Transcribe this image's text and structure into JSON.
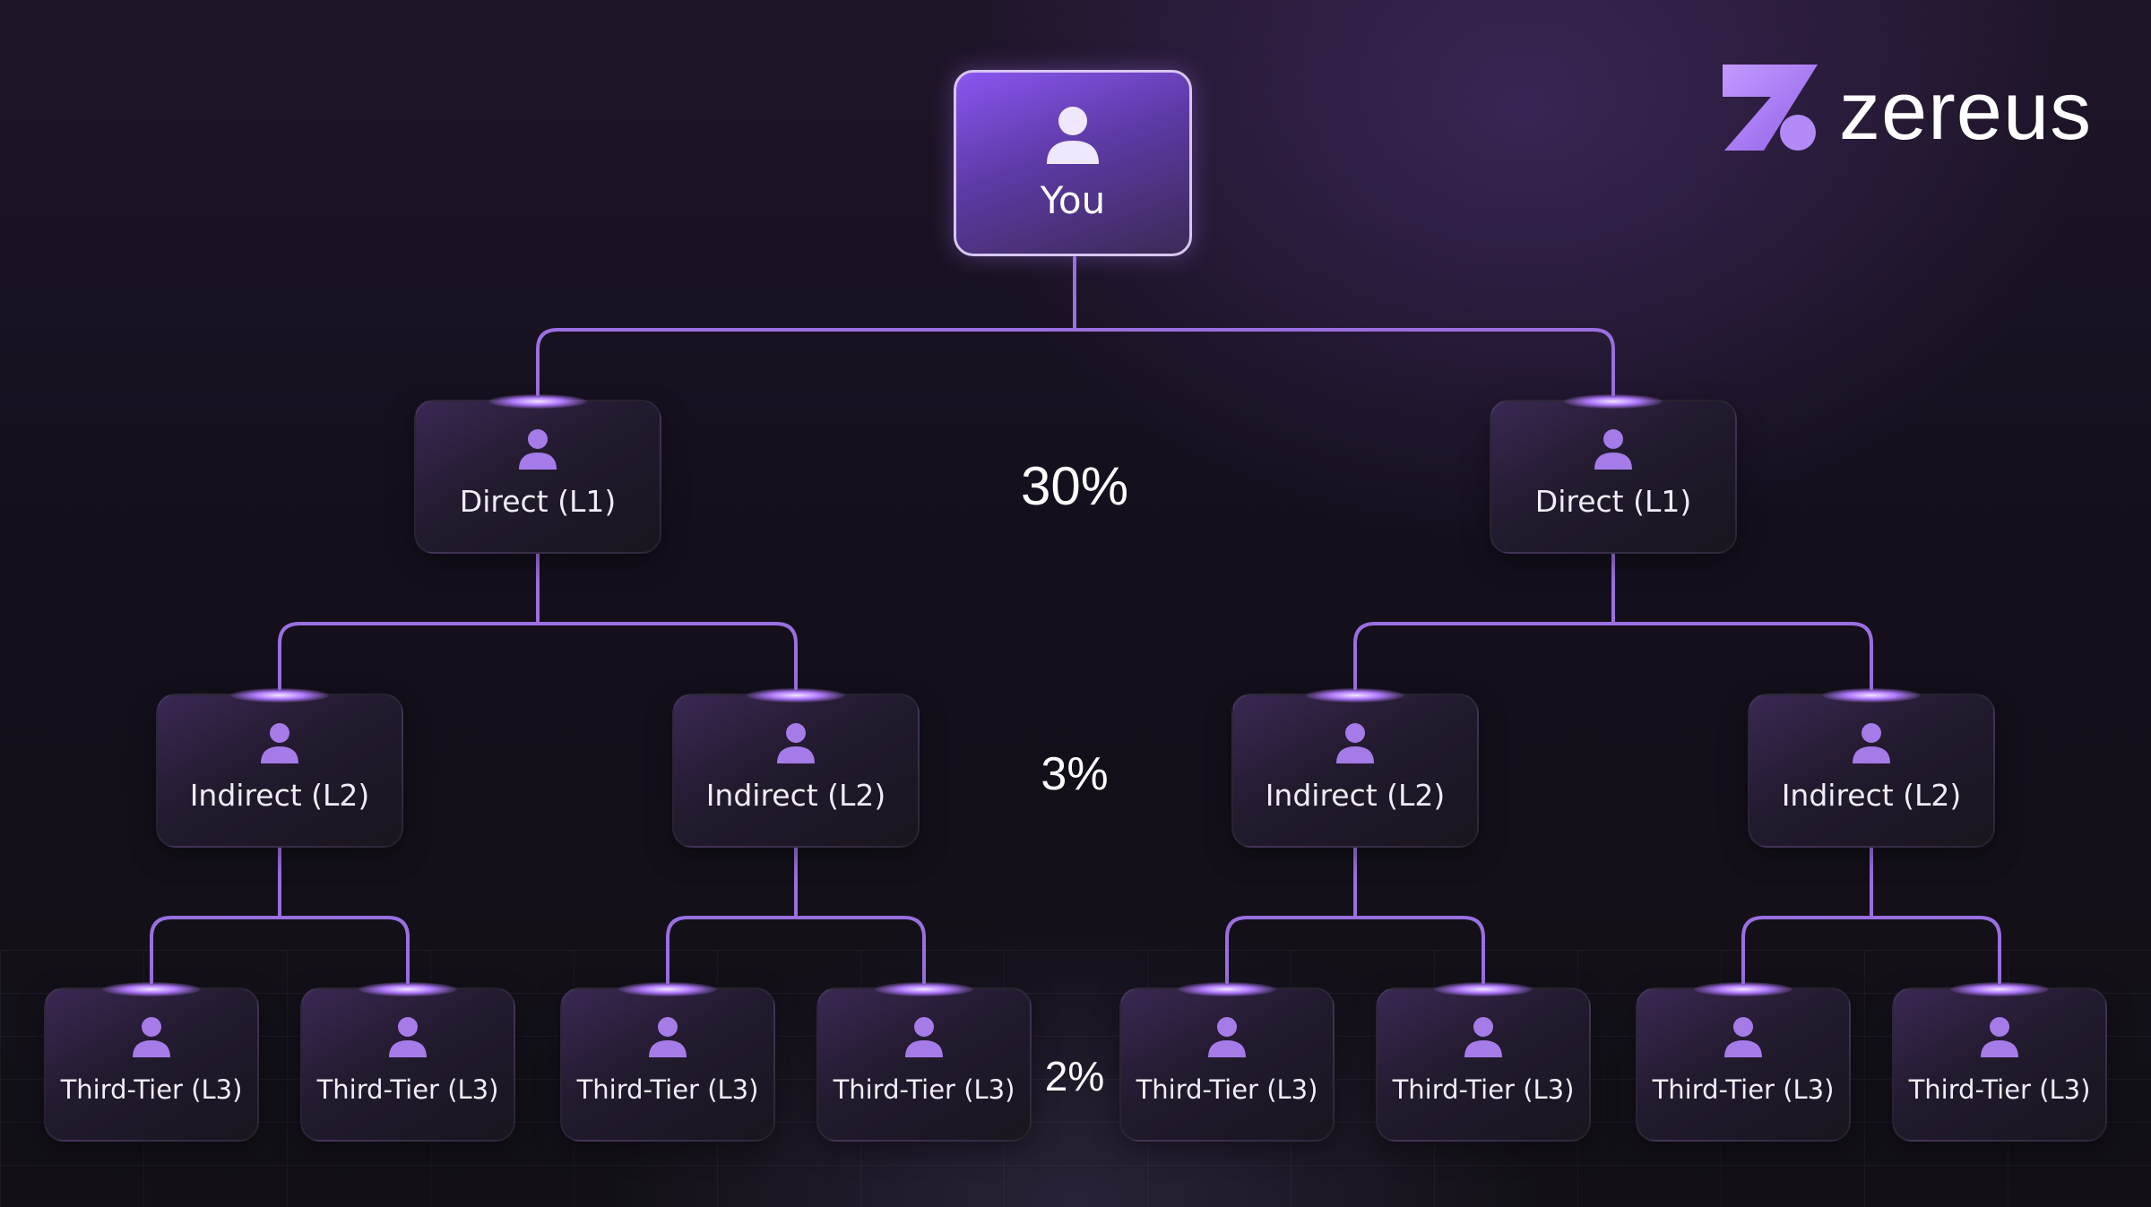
{
  "brand": {
    "name": "zereus",
    "accent": "#a67bf0"
  },
  "root": {
    "label": "You",
    "icon": "person-icon"
  },
  "percentages": {
    "level1": "30%",
    "level2": "3%",
    "level3": "2%"
  },
  "level1": [
    {
      "label": "Direct (L1)"
    },
    {
      "label": "Direct (L1)"
    }
  ],
  "level2": [
    {
      "label": "Indirect (L2)"
    },
    {
      "label": "Indirect (L2)"
    },
    {
      "label": "Indirect (L2)"
    },
    {
      "label": "Indirect (L2)"
    }
  ],
  "level3": [
    {
      "label": "Third-Tier (L3)"
    },
    {
      "label": "Third-Tier (L3)"
    },
    {
      "label": "Third-Tier (L3)"
    },
    {
      "label": "Third-Tier (L3)"
    },
    {
      "label": "Third-Tier (L3)"
    },
    {
      "label": "Third-Tier (L3)"
    },
    {
      "label": "Third-Tier (L3)"
    },
    {
      "label": "Third-Tier (L3)"
    }
  ],
  "colors": {
    "connector": "#9a6fe0",
    "node_icon": "#a57be8"
  }
}
